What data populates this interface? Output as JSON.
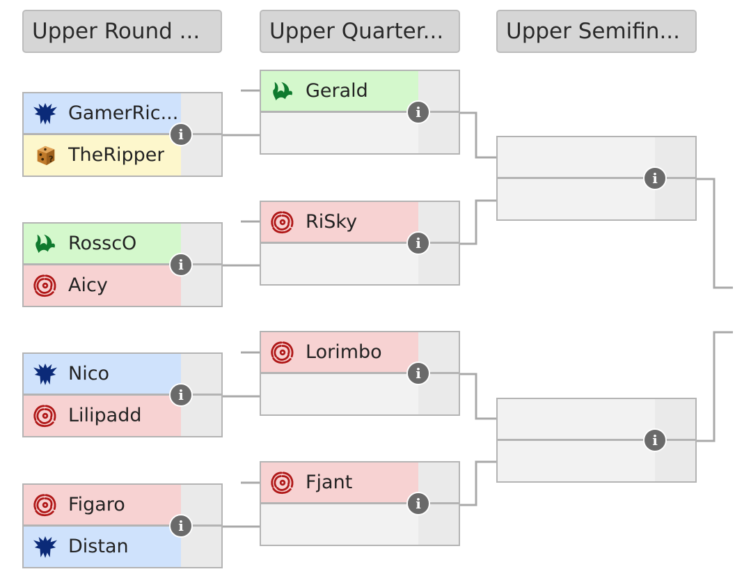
{
  "headers": [
    "Upper Round ...",
    "Upper Quarter...",
    "Upper Semifin..."
  ],
  "round1": [
    {
      "players": [
        {
          "name": "GamerRic...",
          "race": "terran"
        },
        {
          "name": "TheRipper",
          "race": "random"
        }
      ]
    },
    {
      "players": [
        {
          "name": "RosscO",
          "race": "protoss"
        },
        {
          "name": "Aicy",
          "race": "zerg"
        }
      ]
    },
    {
      "players": [
        {
          "name": "Nico",
          "race": "terran"
        },
        {
          "name": "Lilipadd",
          "race": "zerg"
        }
      ]
    },
    {
      "players": [
        {
          "name": "Figaro",
          "race": "zerg"
        },
        {
          "name": "Distan",
          "race": "terran"
        }
      ]
    }
  ],
  "quarterfinals": [
    {
      "players": [
        {
          "name": "Gerald",
          "race": "protoss"
        },
        {
          "name": "",
          "race": "empty"
        }
      ]
    },
    {
      "players": [
        {
          "name": "RiSky",
          "race": "zerg"
        },
        {
          "name": "",
          "race": "empty"
        }
      ]
    },
    {
      "players": [
        {
          "name": "Lorimbo",
          "race": "zerg"
        },
        {
          "name": "",
          "race": "empty"
        }
      ]
    },
    {
      "players": [
        {
          "name": "Fjant",
          "race": "zerg"
        },
        {
          "name": "",
          "race": "empty"
        }
      ]
    }
  ],
  "semifinals": [
    {
      "players": [
        {
          "name": "",
          "race": "empty"
        },
        {
          "name": "",
          "race": "empty"
        }
      ]
    },
    {
      "players": [
        {
          "name": "",
          "race": "empty"
        },
        {
          "name": "",
          "race": "empty"
        }
      ]
    }
  ],
  "info_glyph": "i",
  "colors": {
    "terran": "#cfe2fc",
    "protoss": "#d4f8cc",
    "zerg": "#f7d2d2",
    "random": "#fdf7cc",
    "connector": "#a8a8a8"
  }
}
